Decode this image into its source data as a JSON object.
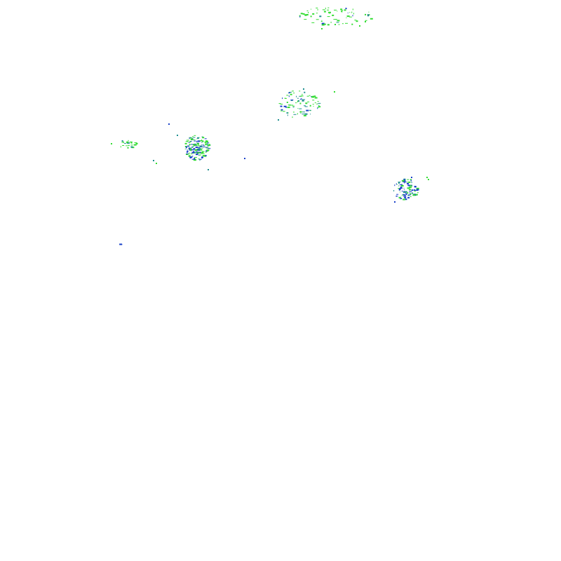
{
  "layer": {
    "kind": "precipitation radar overlay",
    "background": "#ffffff",
    "intensity_colors": {
      "light": "#33dd33",
      "moderate": "#1f8f8f",
      "heavy": "#1840c8"
    }
  },
  "echo_clusters": [
    {
      "name": "echo-cluster-north",
      "dominant": "light"
    },
    {
      "name": "echo-cluster-center-north",
      "dominant": "light"
    },
    {
      "name": "echo-cluster-west-small",
      "dominant": "light"
    },
    {
      "name": "echo-cluster-west-main",
      "dominant": "heavy"
    },
    {
      "name": "echo-cluster-east",
      "dominant": "heavy"
    },
    {
      "name": "echo-speck-southwest",
      "dominant": "heavy"
    }
  ]
}
